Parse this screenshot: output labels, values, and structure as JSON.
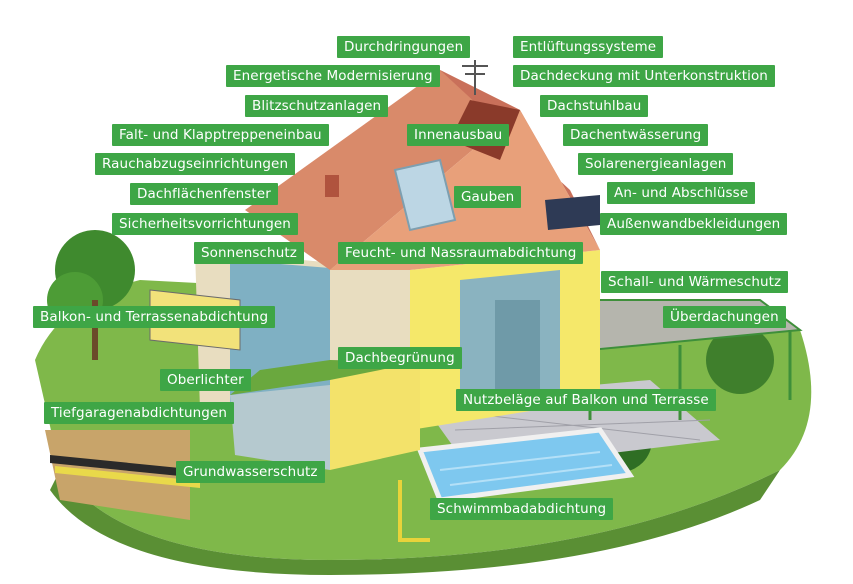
{
  "diagram": {
    "labels": [
      "Durchdringungen",
      "Entlüftungssysteme",
      "Energetische Modernisierung",
      "Dachdeckung mit Unterkonstruktion",
      "Blitzschutzanlagen",
      "Dachstuhlbau",
      "Falt- und Klapptreppeneinbau",
      "Innenausbau",
      "Dachentwässerung",
      "Rauchabzugseinrichtungen",
      "Solarenergieanlagen",
      "Dachflächenfenster",
      "Gauben",
      "An- und Abschlüsse",
      "Sicherheitsvorrichtungen",
      "Außenwandbekleidungen",
      "Sonnenschutz",
      "Feucht- und Nassraumabdichtung",
      "Schall- und Wärmeschutz",
      "Balkon- und Terrassenabdichtung",
      "Überdachungen",
      "Dachbegrünung",
      "Oberlichter",
      "Nutzbeläge auf Balkon und Terrasse",
      "Tiefgaragenabdichtungen",
      "Grundwasserschutz",
      "Schwimmbadabdichtung"
    ],
    "colors": {
      "label_bg": "#3ea646",
      "label_text": "#ffffff"
    }
  }
}
